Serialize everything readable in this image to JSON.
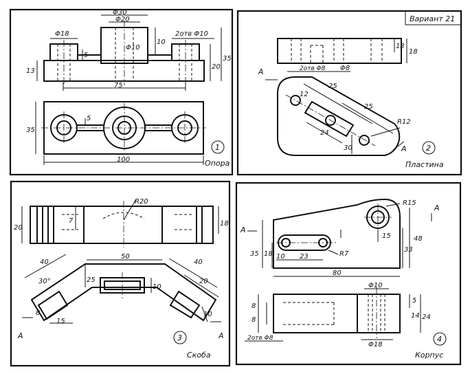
{
  "variant": "Вариант 21",
  "panels": [
    {
      "number": "1",
      "name": "Опора",
      "dims": {
        "d_top1": "Φ30",
        "d_top2": "Φ20",
        "d_left": "Φ18",
        "holes": "2отв Φ10",
        "d_mid": "Φ10",
        "h10": "10",
        "h5": "5",
        "h13": "13",
        "h20": "20",
        "h35": "35",
        "l75": "75",
        "w35": "35",
        "s5": "5",
        "l100": "100"
      }
    },
    {
      "number": "2",
      "name": "Пластина",
      "dims": {
        "h13": "13",
        "h18": "18",
        "holes": "2отв Φ8",
        "d8": "Φ8",
        "l25a": "25",
        "l25b": "25",
        "s12": "12",
        "l24": "24",
        "l30": "30",
        "r12": "R12",
        "sec_a1": "A",
        "sec_a2": "A"
      }
    },
    {
      "number": "3",
      "name": "Скоба",
      "dims": {
        "r20": "R20",
        "h20": "20",
        "h7": "7",
        "h18": "18",
        "l40a": "40",
        "l50": "50",
        "l40b": "40",
        "ang": "30°",
        "h25": "25",
        "h10": "10",
        "l20": "20",
        "s8": "8",
        "l15": "15",
        "s10": "10",
        "sec_a1": "A",
        "sec_a2": "A"
      }
    },
    {
      "number": "4",
      "name": "Корпус",
      "dims": {
        "r15": "R15",
        "h35": "35",
        "h18": "18",
        "h48": "48",
        "h33": "33",
        "s15": "15",
        "l10": "10",
        "l23": "23",
        "r7": "R7",
        "l80": "80",
        "d10": "Φ10",
        "s8a": "8",
        "s8b": "8",
        "h14": "14",
        "s5": "5",
        "h24": "24",
        "holes": "2отв Φ8",
        "d18": "Φ18",
        "sec_a1": "A",
        "sec_a2": "A"
      }
    }
  ]
}
